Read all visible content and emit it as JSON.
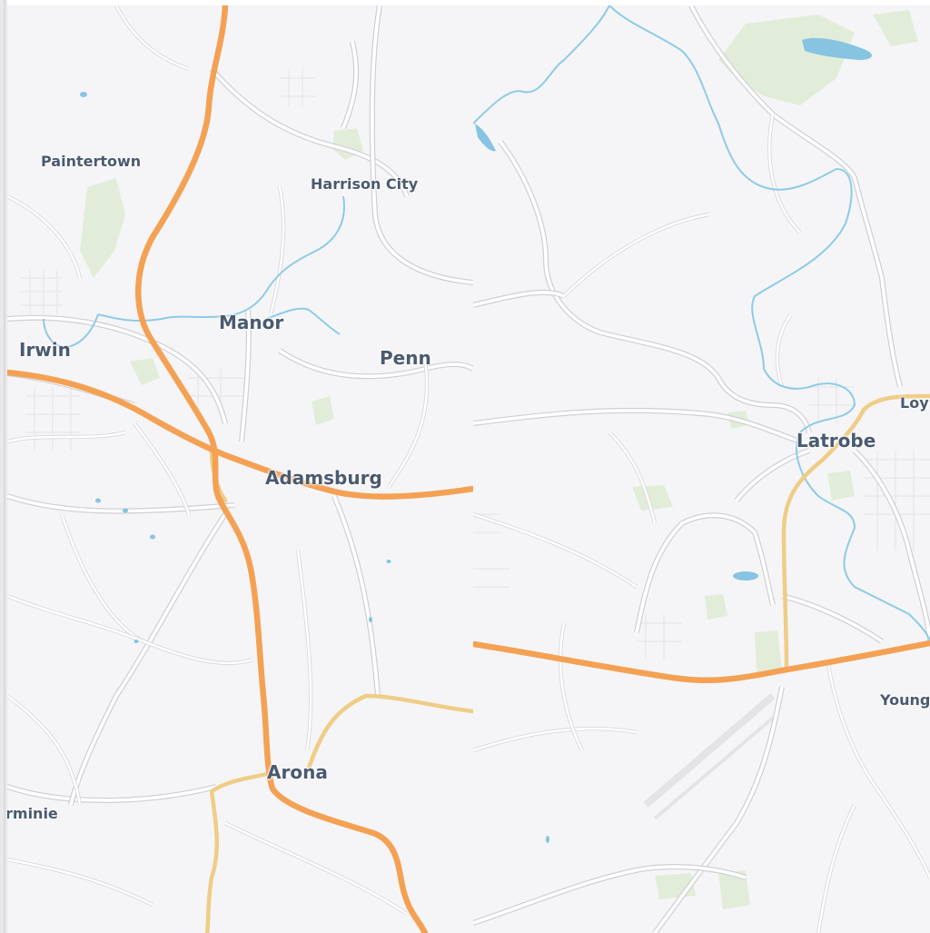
{
  "places": {
    "paintertown": "Paintertown",
    "harrison_city": "Harrison City",
    "manor": "Manor",
    "irwin": "Irwin",
    "penn": "Penn",
    "adamsburg": "Adamsburg",
    "arona": "Arona",
    "herminie": "rminie",
    "latrobe": "Latrobe",
    "loyalhanna": "Loy",
    "youngstown": "Young"
  },
  "colors": {
    "background": "#f5f5f7",
    "highway": "#f4a154",
    "trunk_road": "#efcd86",
    "water": "#86c4e2",
    "park": "#e2edd9",
    "label": "#4a5a70"
  }
}
